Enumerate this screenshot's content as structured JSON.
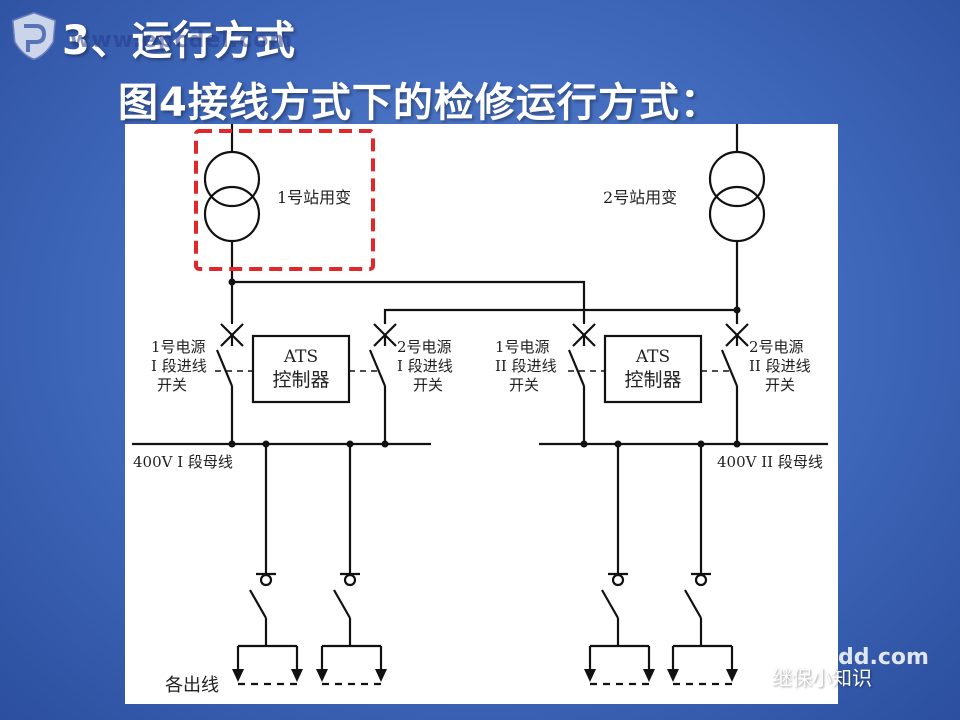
{
  "slide": {
    "heading": "3、运行方式",
    "subheading": "图4接线方式下的检修运行方式："
  },
  "watermark": {
    "url_text": "www.epcdel.com",
    "corner_text": "dd.com"
  },
  "footer": {
    "account_name": "继保小知识"
  },
  "diagram": {
    "transformer_1": "1号站用变",
    "transformer_2": "2号站用变",
    "breaker_1_1": [
      "1号电源",
      "I 段进线",
      "开关"
    ],
    "breaker_1_2": [
      "2号电源",
      "I 段进线",
      "开关"
    ],
    "breaker_2_1": [
      "1号电源",
      "II 段进线",
      "开关"
    ],
    "breaker_2_2": [
      "2号电源",
      "II 段进线",
      "开关"
    ],
    "ats_1": [
      "ATS",
      "控制器"
    ],
    "ats_2": [
      "ATS",
      "控制器"
    ],
    "bus_1": "400V I 段母线",
    "bus_2": "400V II 段母线",
    "outgoing": "各出线",
    "highlight_color": "#e0282b"
  }
}
